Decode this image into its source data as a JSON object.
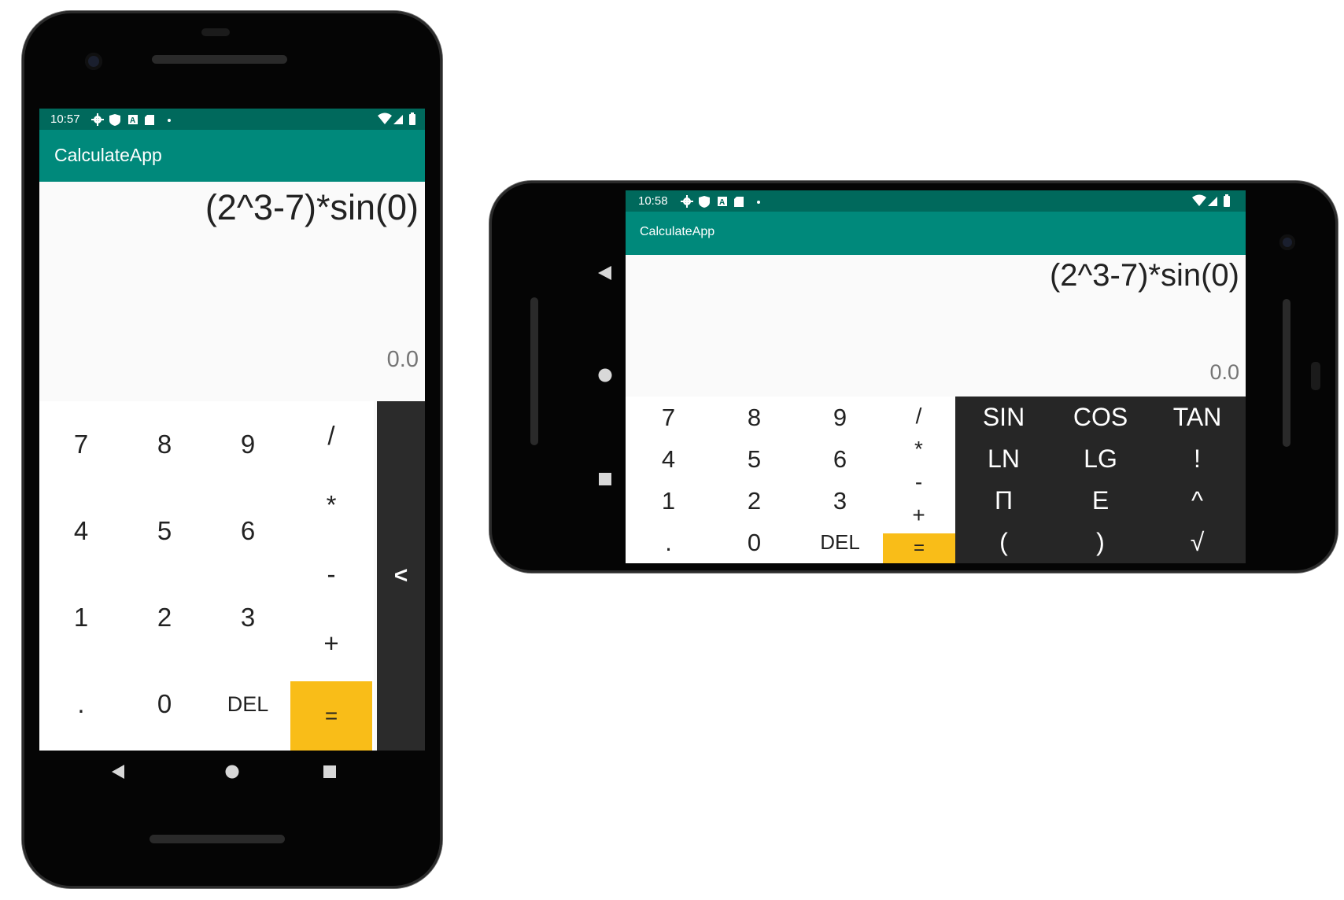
{
  "portrait": {
    "status": {
      "time": "10:57",
      "left_icons": [
        "gear-icon",
        "shield-icon",
        "a-icon",
        "sd-card-icon",
        "dot-icon"
      ],
      "right_icons": [
        "wifi-icon",
        "signal-icon",
        "battery-icon"
      ]
    },
    "app_title": "CalculateApp",
    "expression": "(2^3-7)*sin(0)",
    "result": "0.0",
    "digit_rows": [
      [
        "7",
        "8",
        "9"
      ],
      [
        "4",
        "5",
        "6"
      ],
      [
        "1",
        "2",
        "3"
      ],
      [
        ".",
        "0",
        "DEL"
      ]
    ],
    "operators": [
      "/",
      "*",
      "-",
      "+"
    ],
    "equals": "=",
    "drawer_toggle": "<",
    "nav": [
      "back-icon",
      "home-icon",
      "recents-icon"
    ]
  },
  "landscape": {
    "status": {
      "time": "10:58",
      "left_icons": [
        "gear-icon",
        "shield-icon",
        "a-icon",
        "sd-card-icon",
        "dot-icon"
      ],
      "right_icons": [
        "wifi-icon",
        "signal-icon",
        "battery-icon"
      ]
    },
    "app_title": "CalculateApp",
    "expression": "(2^3-7)*sin(0)",
    "result": "0.0",
    "digit_rows": [
      [
        "7",
        "8",
        "9"
      ],
      [
        "4",
        "5",
        "6"
      ],
      [
        "1",
        "2",
        "3"
      ],
      [
        ".",
        "0",
        "DEL"
      ]
    ],
    "operators": [
      "/",
      "*",
      "-",
      "+"
    ],
    "equals": "=",
    "scientific_rows": [
      [
        "SIN",
        "COS",
        "TAN"
      ],
      [
        "LN",
        "LG",
        "!"
      ],
      [
        "Π",
        "E",
        "^"
      ],
      [
        "(",
        ")",
        "√"
      ]
    ],
    "nav": [
      "back-icon",
      "home-icon",
      "recents-icon"
    ]
  },
  "colors": {
    "status_bar": "#00695c",
    "app_bar": "#00897b",
    "equals_key": "#f9bd18",
    "scientific_panel": "#262626",
    "drawer": "#2b2b2b"
  }
}
